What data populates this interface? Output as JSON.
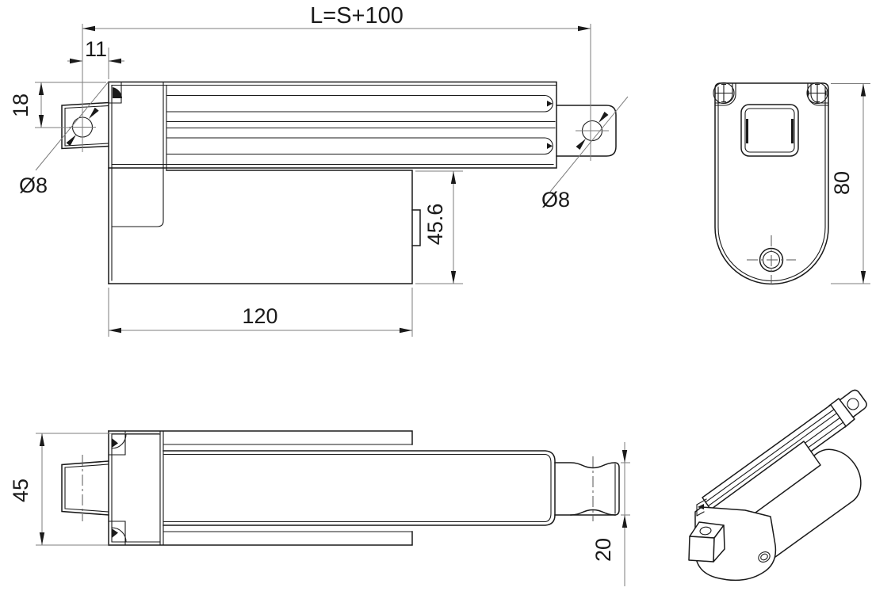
{
  "drawing": {
    "dimensions": {
      "overall_length": "L=S+100",
      "pin_to_body": "11",
      "clevis_drop": "18",
      "front_hole_dia": "Ø8",
      "rear_hole_dia": "Ø8",
      "motor_housing_height": "45.6",
      "motor_housing_length": "120",
      "cross_section_height": "80",
      "body_width": "45",
      "rod_dia": "20"
    }
  }
}
